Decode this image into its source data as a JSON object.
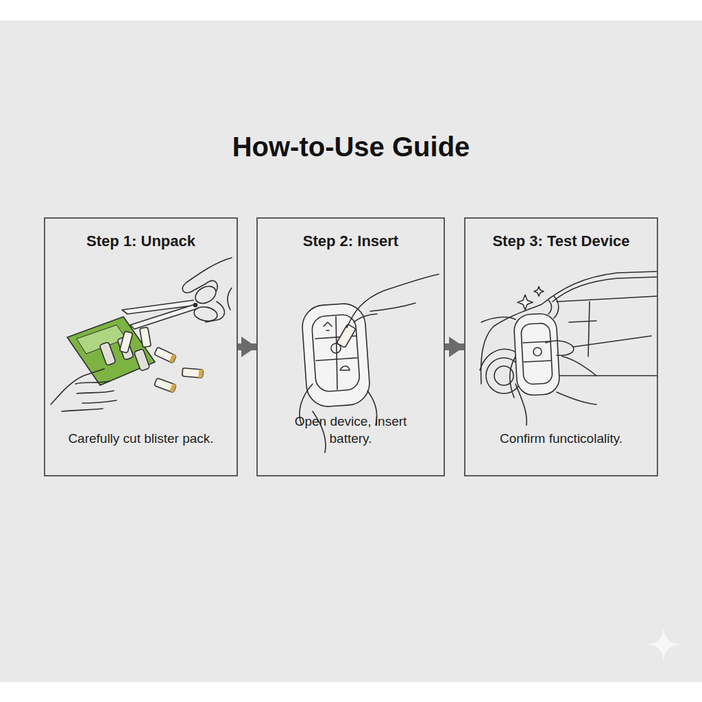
{
  "diagram": {
    "title": "How-to-Use Guide",
    "nodes": [
      {
        "text": [
          "Step 1: Unpack",
          "Carefully cut blister pack."
        ]
      },
      {
        "text": [
          "Step 2: Insert",
          "Open device, insert battery."
        ]
      },
      {
        "text": [
          "Step 3: Test Device",
          "Confirm functicolality."
        ]
      }
    ],
    "edges": [
      {
        "from": 0,
        "to": 1,
        "arrow": "to"
      },
      {
        "from": 1,
        "to": 2,
        "arrow": "to"
      }
    ]
  }
}
